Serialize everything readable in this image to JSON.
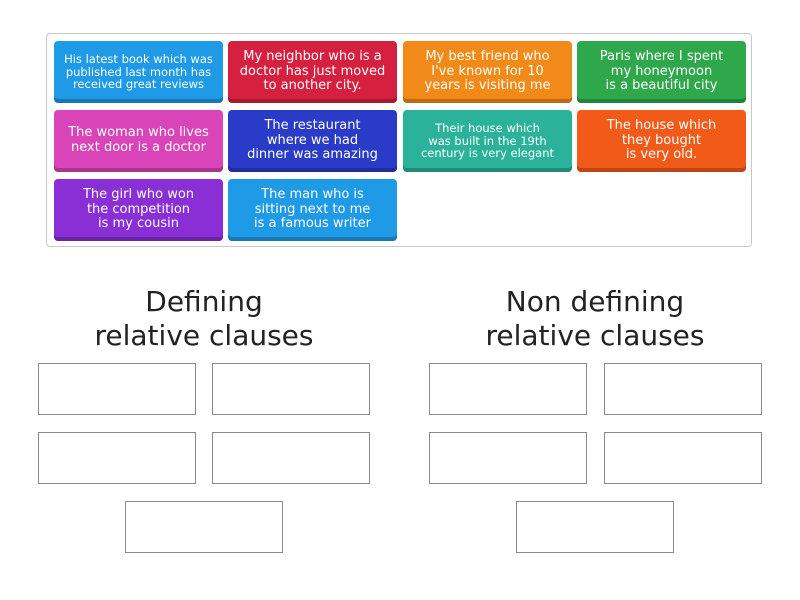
{
  "cards": [
    {
      "text": "His latest book which was\npublished last month has\nreceived great reviews",
      "color": "#1e9ae6",
      "size": "small"
    },
    {
      "text": "My neighbor who is a\ndoctor has just moved\nto another city.",
      "color": "#d5203f",
      "size": "med"
    },
    {
      "text": "My best friend who\nI've known for 10\nyears is visiting me",
      "color": "#f28a1a",
      "size": "med"
    },
    {
      "text": "Paris where I spent\nmy honeymoon\nis a beautiful city",
      "color": "#2ea84a",
      "size": "med"
    },
    {
      "text": "The woman who lives\nnext door is a doctor",
      "color": "#d944b8",
      "size": "med"
    },
    {
      "text": "The restaurant\nwhere we had\ndinner was amazing",
      "color": "#2a3cc7",
      "size": "med"
    },
    {
      "text": "Their house which\nwas built in the 19th\ncentury is very elegant",
      "color": "#2ab39a",
      "size": "small"
    },
    {
      "text": "The house which\nthey bought\nis very old.",
      "color": "#f25a1a",
      "size": "med"
    },
    {
      "text": "The girl who won\nthe competition\nis my cousin",
      "color": "#8a2fd6",
      "size": "med"
    },
    {
      "text": "The man who is\nsitting next to me\nis a famous writer",
      "color": "#1e9ae6",
      "size": "med"
    }
  ],
  "groups": [
    {
      "title": "Defining\nrelative clauses"
    },
    {
      "title": "Non defining\nrelative clauses"
    }
  ]
}
